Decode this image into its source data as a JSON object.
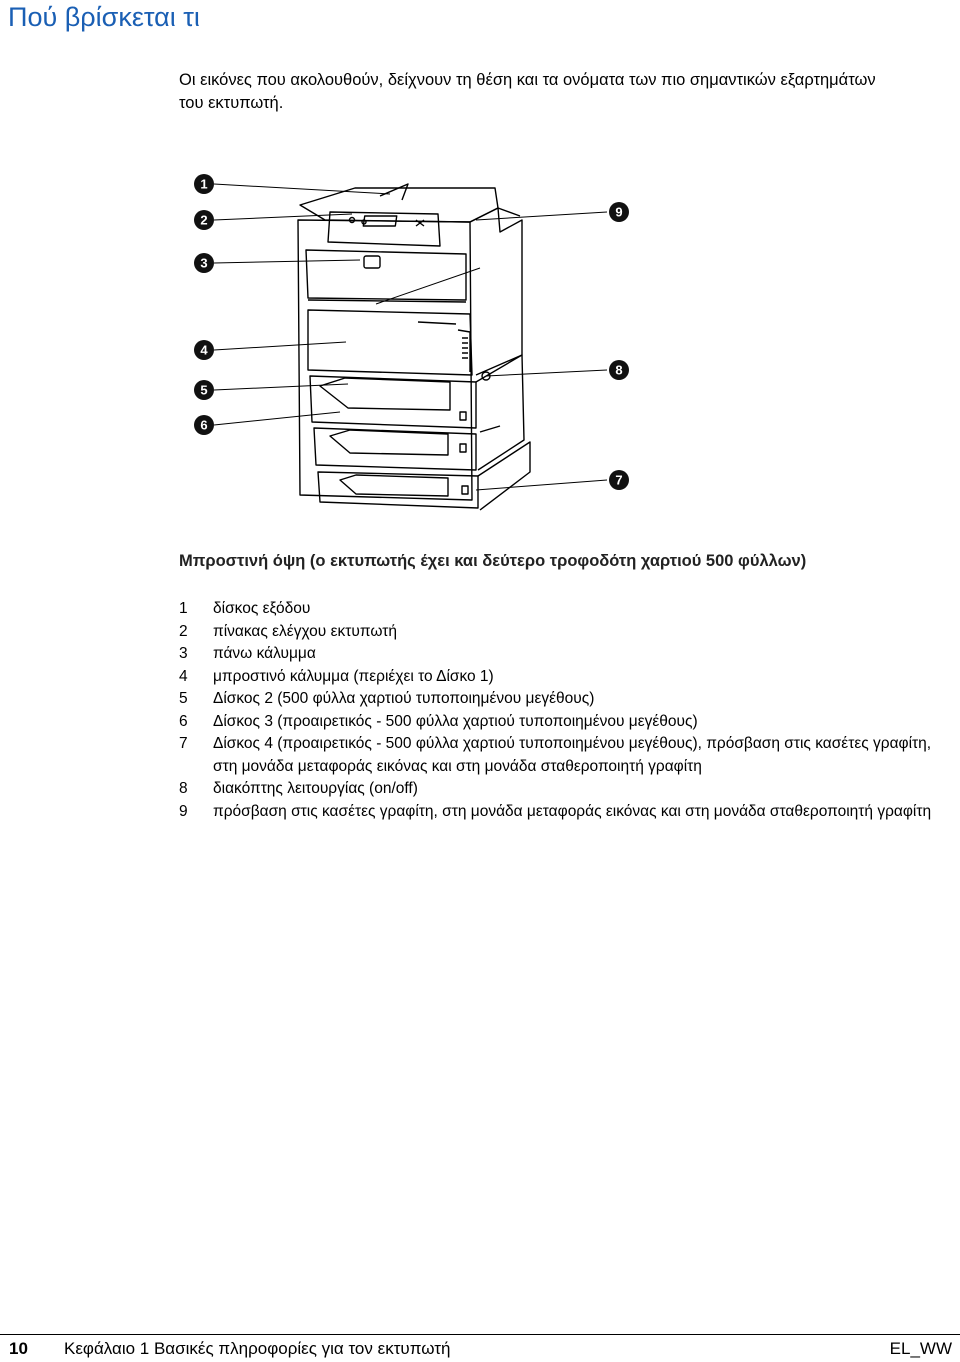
{
  "page": {
    "title": "Πού βρίσκεται τι",
    "intro": "Οι εικόνες που ακολουθούν, δείχνουν τη θέση και τα ονόματα των πιο σημαντικών εξαρτημάτων του εκτυπωτή."
  },
  "figure": {
    "callouts": [
      "1",
      "2",
      "3",
      "4",
      "5",
      "6",
      "7",
      "8",
      "9"
    ],
    "caption": "Μπροστινή όψη (ο εκτυπωτής έχει και δεύτερο τροφοδότη χαρτιού 500 φύλλων)"
  },
  "legend": [
    {
      "num": "1",
      "text": "δίσκος εξόδου"
    },
    {
      "num": "2",
      "text": "πίνακας ελέγχου εκτυπωτή"
    },
    {
      "num": "3",
      "text": "πάνω κάλυμμα"
    },
    {
      "num": "4",
      "text": "μπροστινό κάλυμμα (περιέχει το Δίσκο 1)"
    },
    {
      "num": "5",
      "text": "Δίσκος 2 (500 φύλλα χαρτιού τυποποιημένου μεγέθους)"
    },
    {
      "num": "6",
      "text": "Δίσκος 3 (προαιρετικός - 500 φύλλα χαρτιού τυποποιημένου μεγέθους)"
    },
    {
      "num": "7",
      "text": "Δίσκος 4 (προαιρετικός - 500 φύλλα χαρτιού τυποποιημένου μεγέθους), πρόσβαση στις κασέτες γραφίτη, στη μονάδα μεταφοράς εικόνας και στη μονάδα σταθεροποιητή γραφίτη"
    },
    {
      "num": "8",
      "text": "διακόπτης λειτουργίας (on/off)"
    },
    {
      "num": "9",
      "text": "πρόσβαση στις κασέτες γραφίτη, στη μονάδα μεταφοράς εικόνας και στη μονάδα σταθεροποιητή γραφίτη"
    }
  ],
  "footer": {
    "page_number": "10",
    "chapter": "Κεφάλαιο 1 Βασικές πληροφορίες για τον εκτυπωτή",
    "code": "EL_WW"
  },
  "colors": {
    "title": "#1a5fb4",
    "callout_fill": "#111111"
  }
}
